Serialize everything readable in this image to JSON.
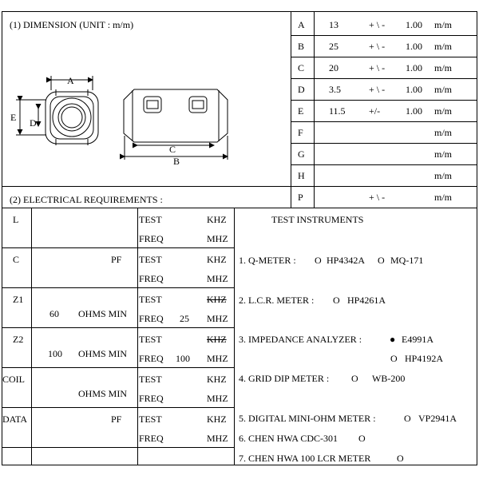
{
  "dimension": {
    "title": "(1)  DIMENSION (UNIT : m/m)",
    "drawing_labels": {
      "A": "A",
      "B": "B",
      "C": "C",
      "D": "D",
      "E": "E"
    },
    "rows": [
      {
        "key": "A",
        "value": "13",
        "tol": "+ \\ -",
        "tol_val": "1.00",
        "unit": "m/m"
      },
      {
        "key": "B",
        "value": "25",
        "tol": "+ \\ -",
        "tol_val": "1.00",
        "unit": "m/m"
      },
      {
        "key": "C",
        "value": "20",
        "tol": "+ \\ -",
        "tol_val": "1.00",
        "unit": "m/m"
      },
      {
        "key": "D",
        "value": "3.5",
        "tol": "+ \\ -",
        "tol_val": "1.00",
        "unit": "m/m"
      },
      {
        "key": "E",
        "value": "11.5",
        "tol": "+/-",
        "tol_val": "1.00",
        "unit": "m/m"
      },
      {
        "key": "F",
        "value": "",
        "tol": "",
        "tol_val": "",
        "unit": "m/m"
      },
      {
        "key": "G",
        "value": "",
        "tol": "",
        "tol_val": "",
        "unit": "m/m"
      },
      {
        "key": "H",
        "value": "",
        "tol": "",
        "tol_val": "",
        "unit": "m/m"
      },
      {
        "key": "P",
        "value": "",
        "tol": "+ \\ -",
        "tol_val": "",
        "unit": "m/m"
      }
    ]
  },
  "electrical": {
    "title": "(2)  ELECTRICAL  REQUIREMENTS :",
    "instruments_header": "TEST  INSTRUMENTS",
    "rows": [
      {
        "label": "L",
        "val": "",
        "unit": "",
        "test": "TEST",
        "test_unit": "KHZ",
        "freq": "FREQ",
        "freq_val": "",
        "freq_unit": "MHZ",
        "khz_strike": false
      },
      {
        "label": "C",
        "val": "",
        "unit": "PF",
        "test": "TEST",
        "test_unit": "KHZ",
        "freq": "FREQ",
        "freq_val": "",
        "freq_unit": "MHZ",
        "khz_strike": false
      },
      {
        "label": "Z1",
        "val": "60",
        "unit": "OHMS  MIN",
        "test": "TEST",
        "test_unit": "KHZ",
        "freq": "FREQ",
        "freq_val": "25",
        "freq_unit": "MHZ",
        "khz_strike": true
      },
      {
        "label": "Z2",
        "val": "100",
        "unit": "OHMS  MIN",
        "test": "TEST",
        "test_unit": "KHZ",
        "freq": "FREQ",
        "freq_val": "100",
        "freq_unit": "MHZ",
        "khz_strike": true
      },
      {
        "label": "COIL",
        "val": "",
        "unit": "OHMS  MIN",
        "test": "TEST",
        "test_unit": "KHZ",
        "freq": "FREQ",
        "freq_val": "",
        "freq_unit": "MHZ",
        "khz_strike": false
      },
      {
        "label": "DATA",
        "val": "",
        "unit": "PF",
        "test": "TEST",
        "test_unit": "KHZ",
        "freq": "FREQ",
        "freq_val": "",
        "freq_unit": "MHZ",
        "khz_strike": false
      }
    ],
    "instruments": [
      {
        "text": "1. Q-METER :",
        "opt1_mark": "O",
        "opt1": "HP4342A",
        "opt2_mark": "O",
        "opt2": "MQ-171"
      },
      {
        "text": "2. L.C.R. METER :",
        "opt1_mark": "O",
        "opt1": "HP4261A"
      },
      {
        "text": "3. IMPEDANCE ANALYZER :",
        "opt1_mark": "●",
        "opt1": "E4991A",
        "opt2_mark": "O",
        "opt2": "HP4192A"
      },
      {
        "text": "4. GRID DIP METER :",
        "opt1_mark": "O",
        "opt1": "WB-200"
      },
      {
        "text": "5. DIGITAL MINI-OHM METER :",
        "opt1_mark": "O",
        "opt1": "VP2941A"
      },
      {
        "text": "6. CHEN HWA CDC-301",
        "opt1_mark": "O"
      },
      {
        "text": "7. CHEN HWA 100 LCR METER",
        "opt1_mark": "O"
      }
    ]
  }
}
